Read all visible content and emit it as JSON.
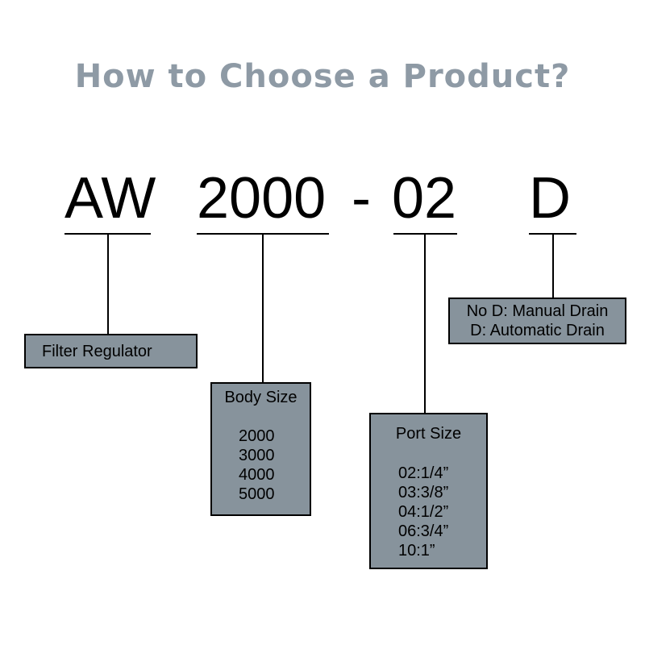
{
  "title": "How to Choose a Product?",
  "model_code": {
    "series": "AW",
    "body": "2000",
    "dash": "-",
    "port": "02",
    "drain": "D"
  },
  "boxes": {
    "series": {
      "label": "Filter Regulator"
    },
    "body_size": {
      "title": "Body Size",
      "options": [
        "2000",
        "3000",
        "4000",
        "5000"
      ]
    },
    "port_size": {
      "title": "Port Size",
      "options": [
        "02:1/4”",
        "03:3/8”",
        "04:1/2”",
        "06:3/4”",
        "10:1”"
      ]
    },
    "drain": {
      "options": [
        "No D: Manual Drain",
        "D: Automatic Drain"
      ]
    }
  }
}
